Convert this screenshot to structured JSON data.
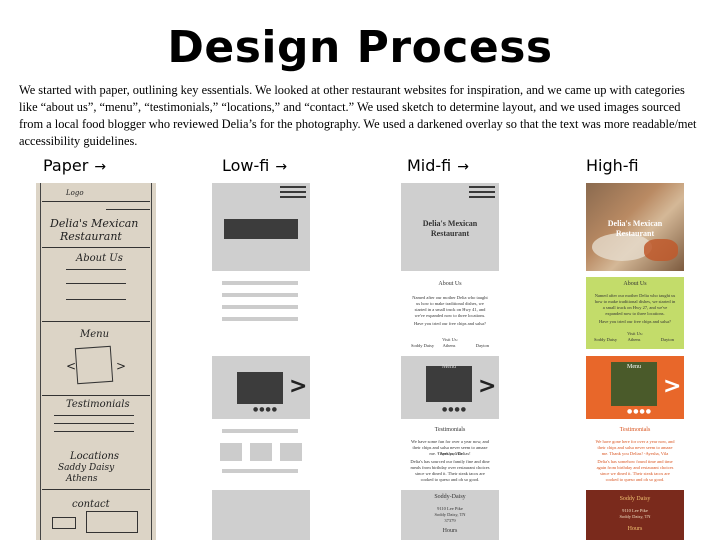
{
  "title": "Design Process",
  "intro": "We started with paper, outlining key essentials.  We looked at other restaurant websites for inspiration, and we came up with categories like “about us”, “menu”, “testimonials,” “locations,” and “contact.”  We used sketch to determine layout, and we used images sourced from a local food blogger who reviewed Delia’s for the photography.  We used a darkened overlay so that the text was more readable/met accessibility guidelines.",
  "stages": [
    {
      "label": "Paper",
      "arrow": "→"
    },
    {
      "label": "Low-fi",
      "arrow": "→"
    },
    {
      "label": "Mid-fi",
      "arrow": "→"
    },
    {
      "label": "High-fi",
      "arrow": ""
    }
  ],
  "paper_sketch": {
    "top_scrawl": "Logo",
    "restaurant": "Delia's Mexican",
    "restaurant2": "Restaurant",
    "about": "About Us",
    "menu": "Menu",
    "testimonials": "Testimonials",
    "locations": "Locations",
    "location1": "Saddy Daisy",
    "location2": "Athens",
    "contact": "contact"
  },
  "midfi": {
    "restaurant": "Delia's Mexican",
    "restaurant2": "Restaurant",
    "about_heading": "About Us",
    "about_text": "Named after our mother Delia who taught us how to make traditional dishes, we started in a small truck on Hwy 41, and we've expanded now to three locations.",
    "about_q": "Have you tried our free chips and salsa?",
    "visit": "Visit Us:",
    "loc1": "Soddy Daisy",
    "loc2": "Athens",
    "loc3": "Dayton",
    "menu": "Menu",
    "testimonials": "Testimonials",
    "t1": "We have some fun for over a year now, and their chips and salsa never seem to amaze me.  Thank you Delias!",
    "t1_by": "- Ayesha, Vila",
    "t2": "Delia's has sourced our family fine and dine meals from birthday over restaurant choices since we dined it. Their steak tacos are cooked to queso and oh so good.",
    "loc_title": "Soddy-Daisy",
    "addr1": "9110 Lee Pike",
    "addr2": "Soddy Daisy, TN",
    "addr3": "37379",
    "hours": "Hours"
  },
  "hifi": {
    "restaurant": "Delia's Mexican",
    "restaurant2": "Restaurant",
    "about_heading": "About Us",
    "about_text": "Named after our mother Delia who taught us how to make traditional dishes, we started in a small truck on Hwy 27, and we've expanded now to three locations.",
    "about_q": "Have you tried our free chips and salsa?",
    "visit": "Visit Us:",
    "loc1": "Soddy Daisy",
    "loc2": "Athens",
    "loc3": "Dayton",
    "menu": "Menu",
    "testimonials": "Testimonials",
    "t1": "We have gone here for over a year now, and their chips and salsa never seem to amaze me.  Thank you Delias! -Ayesha, Vila",
    "t2": "Delia's has somehow found time and time again from birthday and restaurant choices since we dined it. Their steak tacos are cooked to queso and oh so good.",
    "loc_title": "Soddy Daisy",
    "addr1": "9110 Lee Pike",
    "addr2": "Soddy Daisy, TN",
    "hours": "Hours"
  },
  "colors": {
    "hifi_green": "#c3dc6a",
    "hifi_orange": "#e8672a",
    "hifi_darkred": "#7a2a1c",
    "wire_gray": "#cfcfcf",
    "wire_dark": "#3c3c3c"
  }
}
